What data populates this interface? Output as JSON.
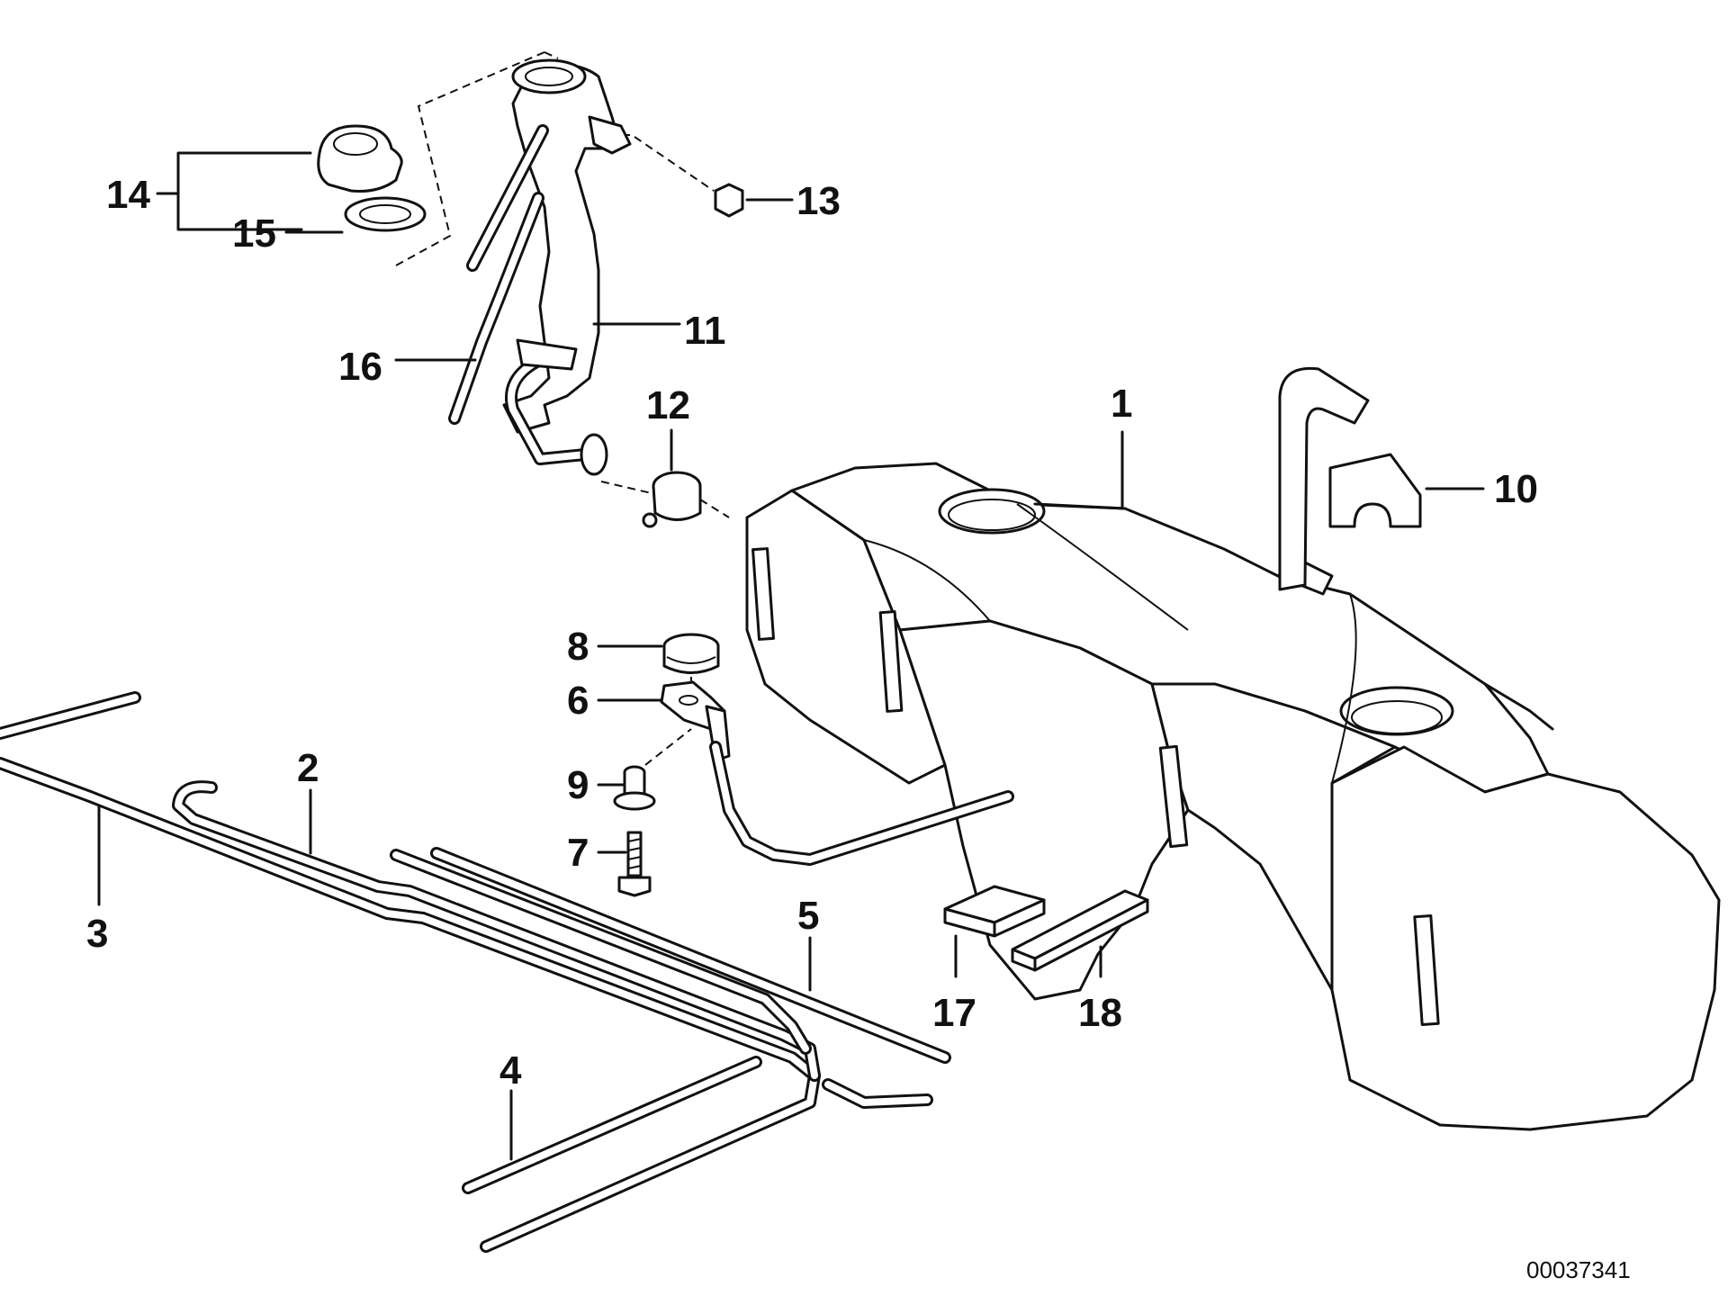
{
  "diagram": {
    "callouts": {
      "c1": "1",
      "c2": "2",
      "c3": "3",
      "c4": "4",
      "c5": "5",
      "c6": "6",
      "c7": "7",
      "c8": "8",
      "c9": "9",
      "c10": "10",
      "c11": "11",
      "c12": "12",
      "c13": "13",
      "c14": "14",
      "c15": "15",
      "c16": "16",
      "c17": "17",
      "c18": "18"
    },
    "document_number": "00037341"
  }
}
